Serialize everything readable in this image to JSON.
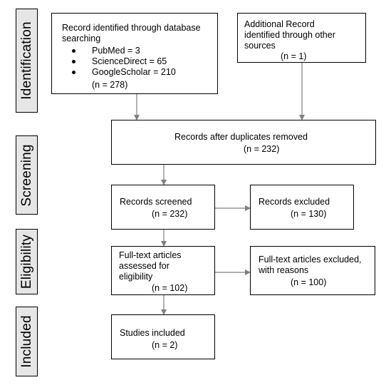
{
  "stages": {
    "identification": "Identification",
    "screening": "Screening",
    "eligibility": "Eligibility",
    "included": "Included"
  },
  "boxes": {
    "database_search": {
      "line1": "Record identified through database",
      "line2": "searching",
      "sources": [
        "PubMed = 3",
        "ScienceDirect = 65",
        "GoogleScholar = 210"
      ],
      "count": "(n = 278)"
    },
    "other_sources": {
      "line1": "Additional Record",
      "line2": "identified through other",
      "line3": "sources",
      "count": "(n = 1)"
    },
    "duplicates_removed": {
      "label": "Records after duplicates removed",
      "count": "(n = 232)"
    },
    "screened": {
      "label": "Records screened",
      "count": "(n = 232)"
    },
    "excluded": {
      "label": "Records excluded",
      "count": "(n = 130)"
    },
    "full_text_assessed": {
      "line1": "Full-text articles",
      "line2": "assessed for",
      "line3": "eligibility",
      "count": "(n = 102)"
    },
    "full_text_excluded": {
      "line1": "Full-text articles excluded,",
      "line2": "with reasons",
      "count": "(n = 100)"
    },
    "included": {
      "label": "Studies included",
      "count": "(n = 2)"
    }
  },
  "colors": {
    "border": "#000000",
    "stage_fill": "#e6e6e6",
    "arrow": "#7f7f7f"
  }
}
